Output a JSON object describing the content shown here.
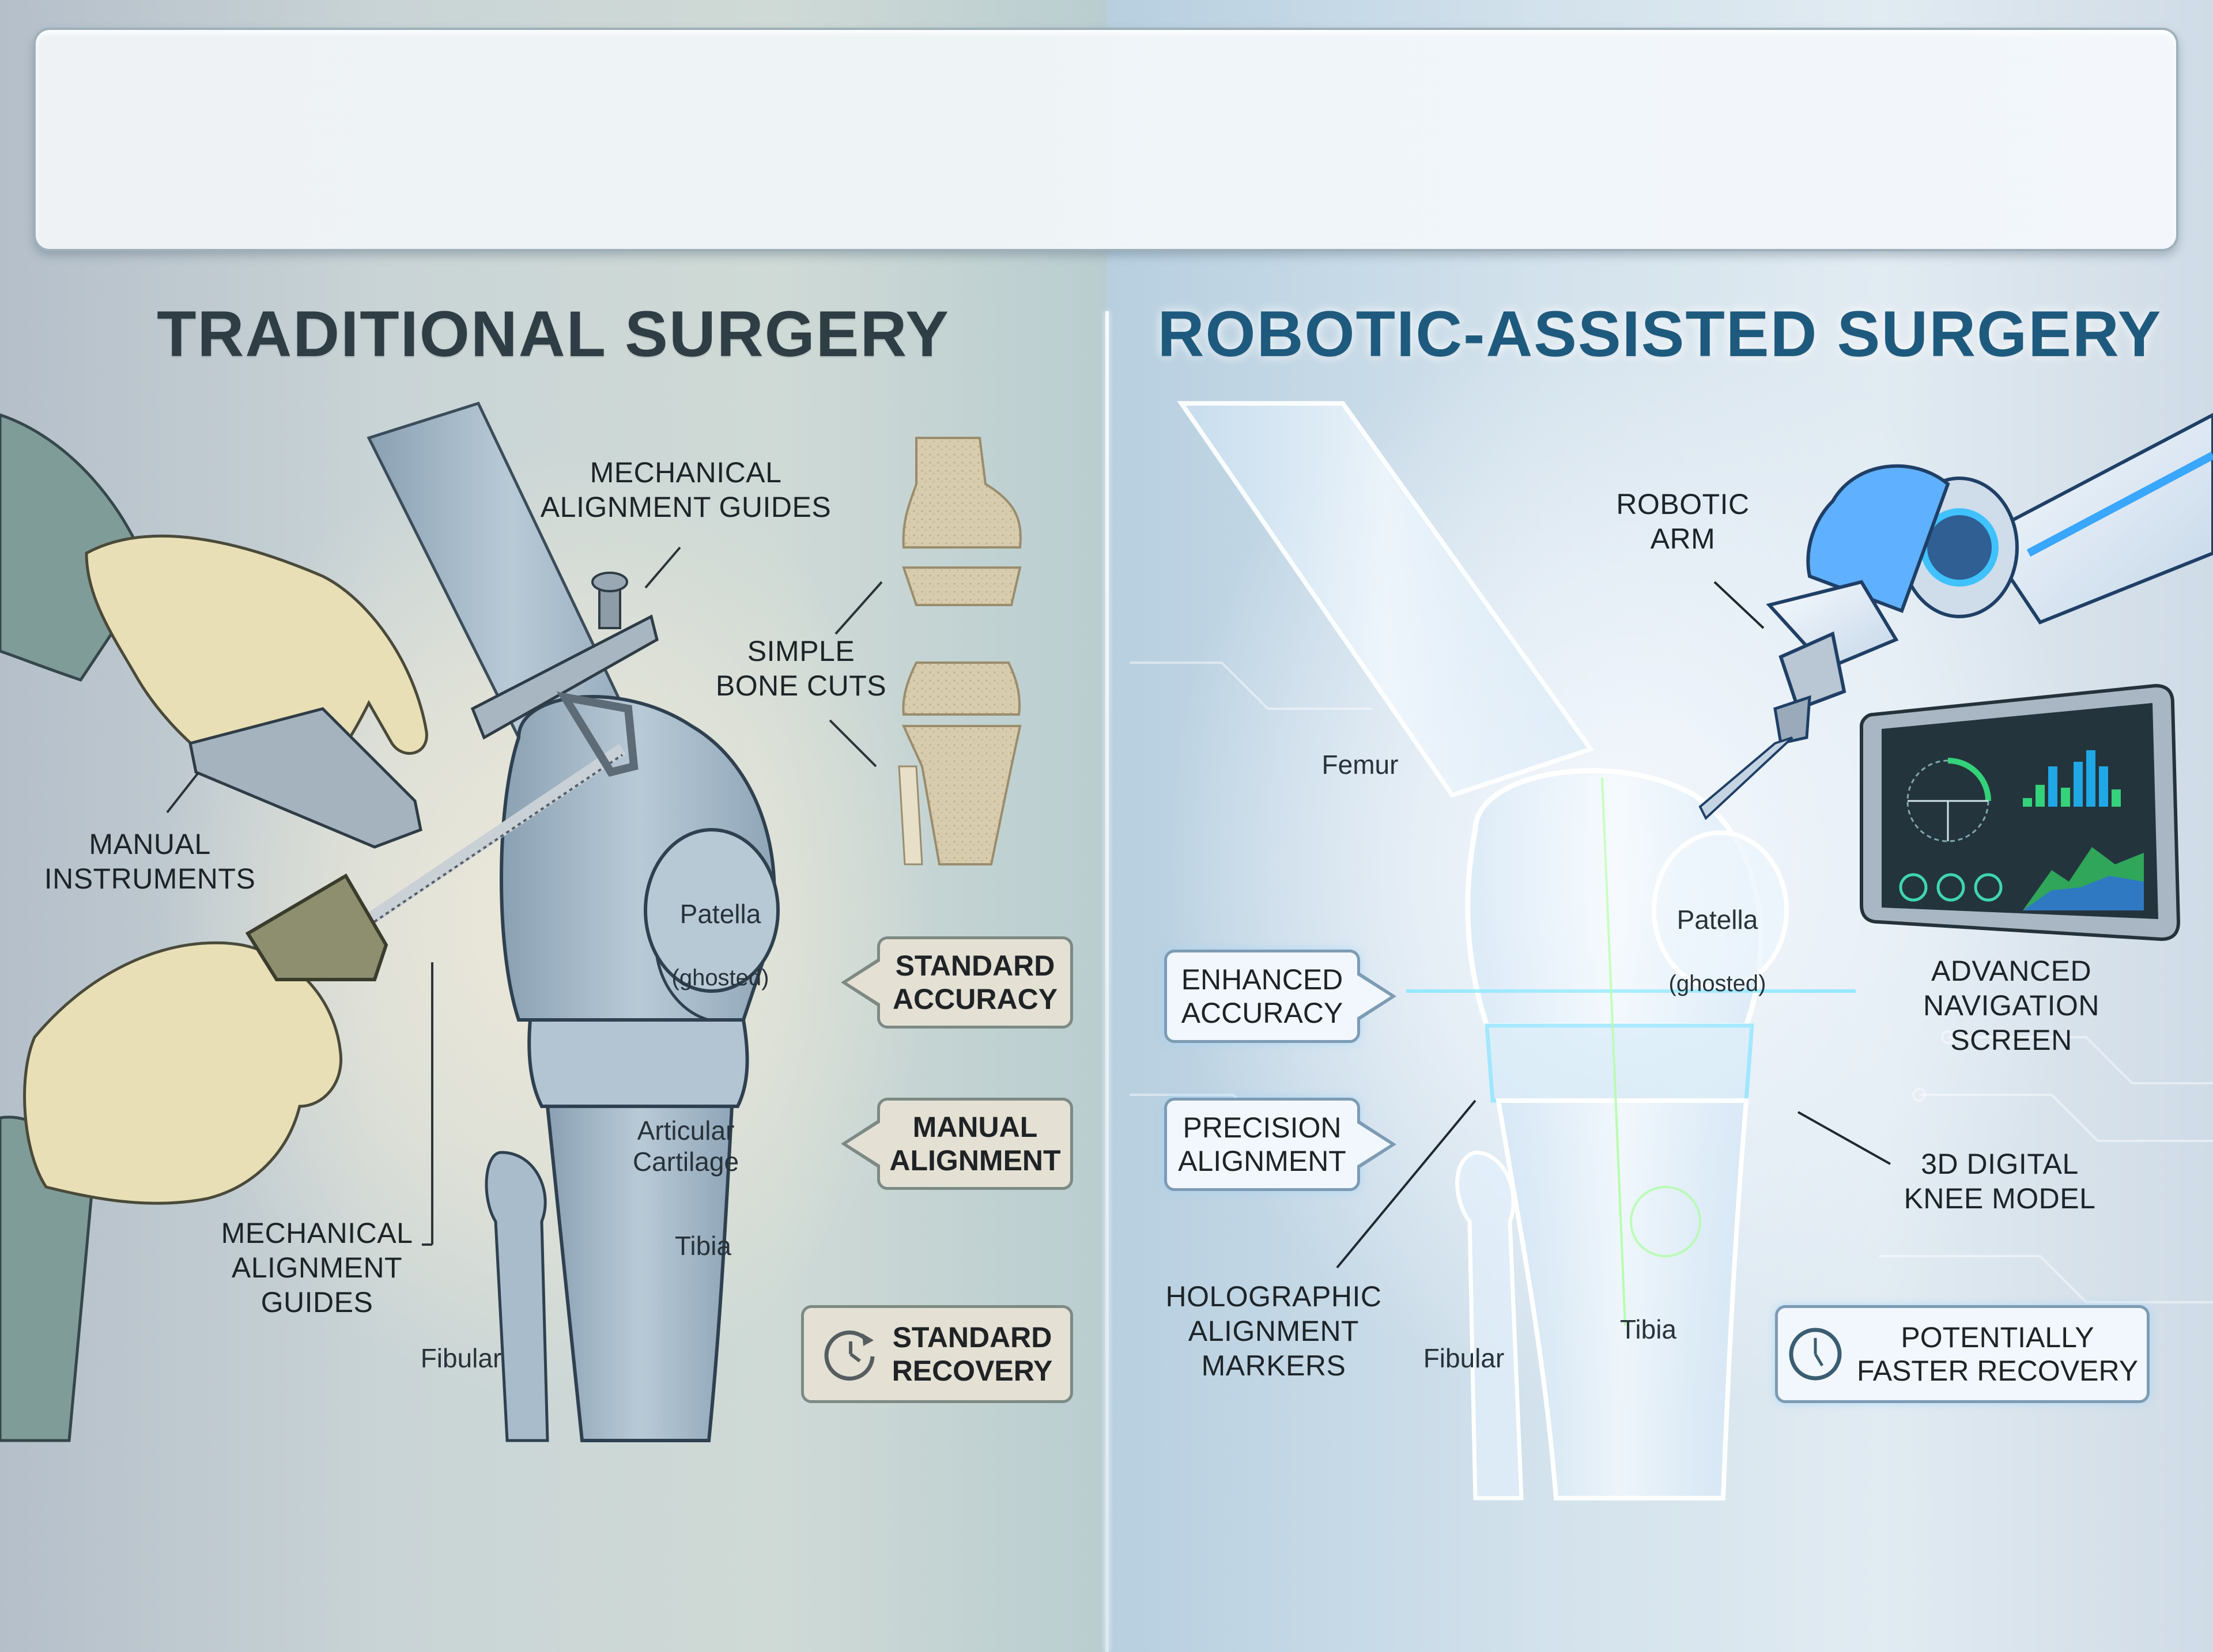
{
  "banner": {
    "text": ""
  },
  "colors": {
    "traditional_title": "#2f3d44",
    "robotic_title": "#1e5a7e",
    "bone_traditional": "#a9bccb",
    "bone_robotic": "#e6f1fb",
    "glove": "#e8dfb6",
    "gown": "#7f9c98",
    "robot_accent": "#2f8fe6",
    "screen_bg": "#24343c",
    "screen_green": "#34d27a",
    "screen_blue": "#1fa7e6"
  },
  "traditional": {
    "title": "TRADITIONAL SURGERY",
    "labels": {
      "mechanical_guides_top": "MECHANICAL\nALIGNMENT GUIDES",
      "simple_bone_cuts": "SIMPLE\nBONE CUTS",
      "manual_instruments": "MANUAL\nINSTRUMENTS",
      "mechanical_guides_bottom": "MECHANICAL\nALIGNMENT\nGUIDES",
      "patella": "Patella",
      "patella_sub": "(ghosted)",
      "articular_cartilage": "Articular\nCartilage",
      "tibia": "Tibia",
      "fibular": "Fibular"
    },
    "callouts": [
      {
        "text": "STANDARD\nACCURACY",
        "icon": "pointer"
      },
      {
        "text": "MANUAL\nALIGNMENT",
        "icon": "pointer"
      },
      {
        "text": "STANDARD\nRECOVERY",
        "icon": "clock-icon"
      }
    ]
  },
  "robotic": {
    "title": "ROBOTIC-ASSISTED SURGERY",
    "labels": {
      "robotic_arm": "ROBOTIC\nARM",
      "femur": "Femur",
      "patella": "Patella",
      "patella_sub": "(ghosted)",
      "advanced_navigation_screen": "ADVANCED\nNAVIGATION\nSCREEN",
      "digital_knee_model": "3D DIGITAL\nKNEE MODEL",
      "holographic_markers": "HOLOGRAPHIC\nALIGNMENT\nMARKERS",
      "fibular": "Fibular",
      "tibia": "Tibia"
    },
    "callouts": [
      {
        "text": "ENHANCED\nACCURACY",
        "icon": "pointer"
      },
      {
        "text": "PRECISION\nALIGNMENT",
        "icon": "pointer"
      },
      {
        "text": "POTENTIALLY\nFASTER RECOVERY",
        "icon": "clock-icon"
      }
    ],
    "screen": {
      "bar_heights": [
        0.15,
        0.38,
        0.7,
        0.33,
        0.78,
        0.98,
        0.7,
        0.3
      ],
      "gauges": 3
    }
  }
}
